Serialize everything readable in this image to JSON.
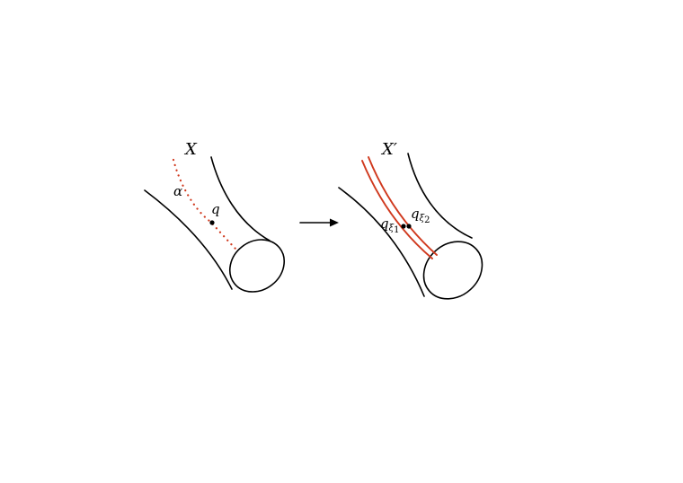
{
  "left": {
    "space_label": "X",
    "curve_label": "α",
    "point_label": "q"
  },
  "right": {
    "space_label": "X′",
    "point1_base": "q",
    "point1_sub": "ξ",
    "point1_sub_index": "1",
    "point2_base": "q",
    "point2_sub": "ξ",
    "point2_sub_index": "2"
  },
  "colors": {
    "outline": "#000000",
    "curve": "#d0391e"
  }
}
